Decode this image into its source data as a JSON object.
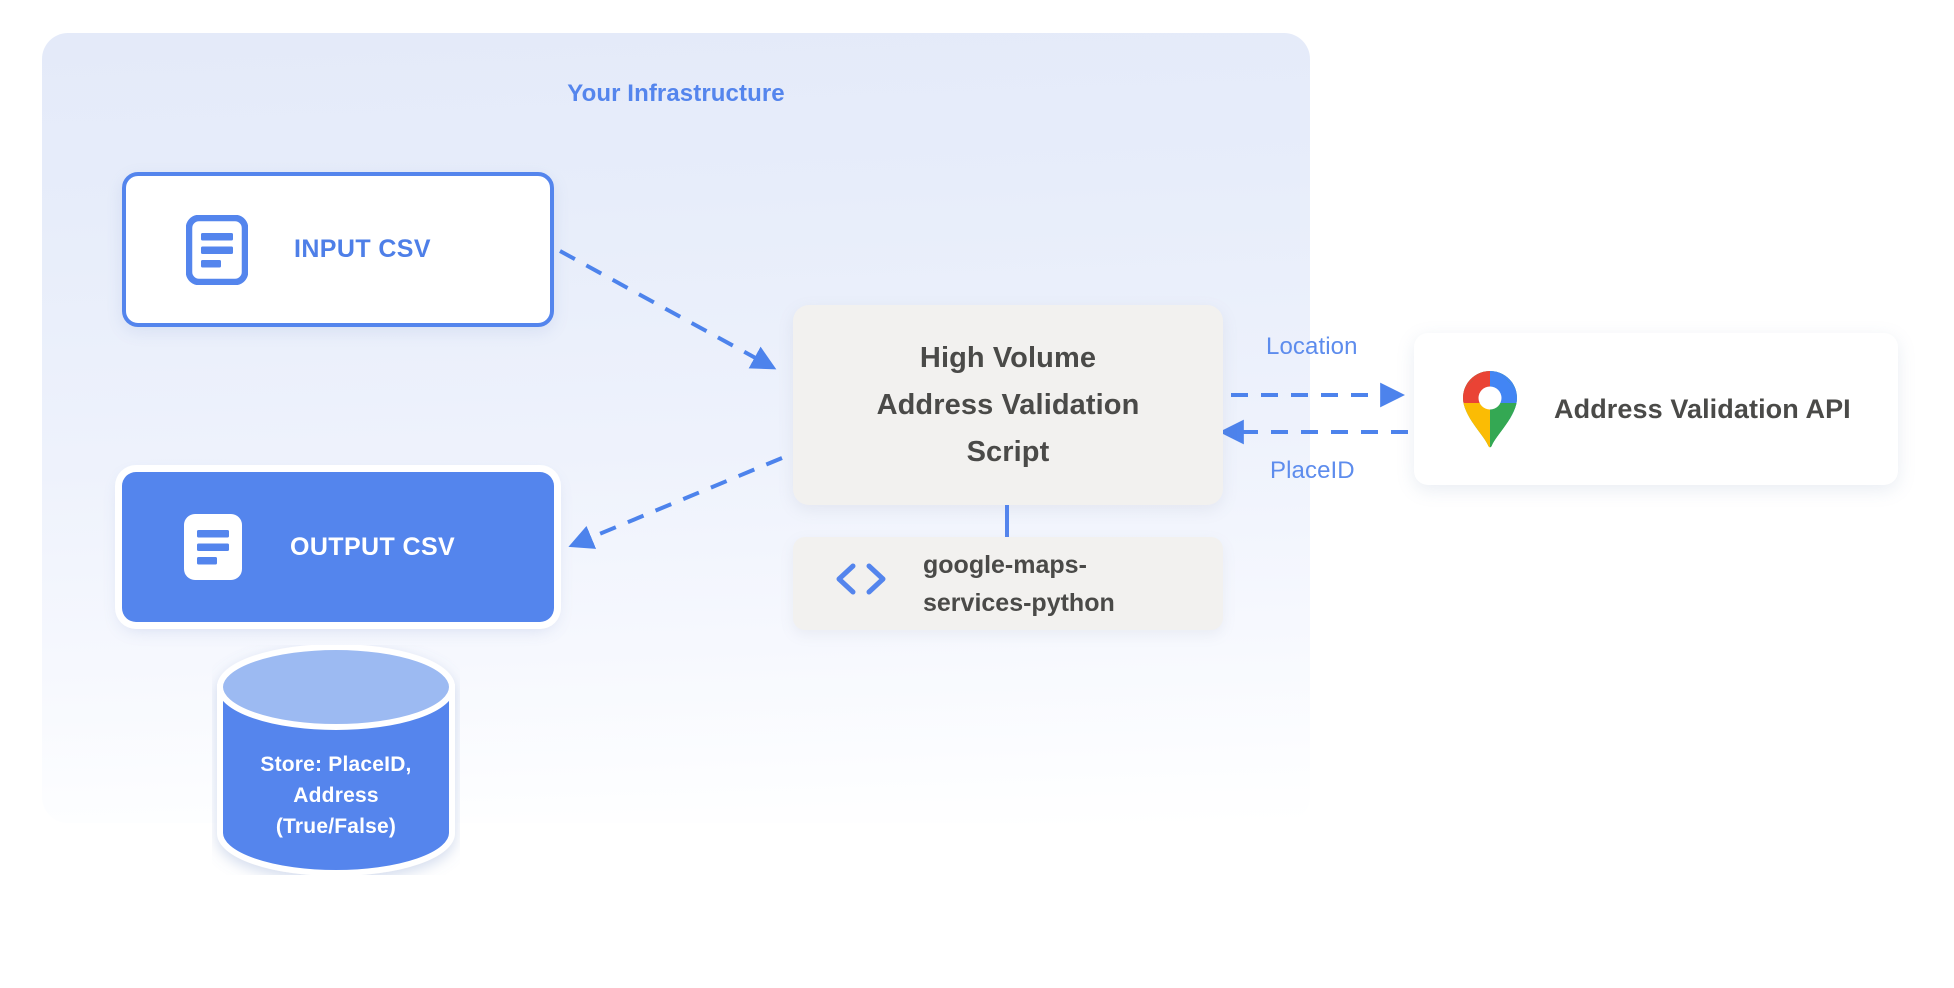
{
  "panel": {
    "title": "Your Infrastructure"
  },
  "nodes": {
    "input_csv": {
      "label": "INPUT CSV",
      "icon": "document-lines-icon"
    },
    "output_csv": {
      "label": "OUTPUT CSV",
      "icon": "document-lines-icon"
    },
    "script": {
      "line1": "High Volume",
      "line2": "Address Validation",
      "line3": "Script"
    },
    "library": {
      "icon_glyph": "‹›",
      "icon": "code-brackets-icon",
      "line1": "google-maps-",
      "line2": "services-python"
    },
    "api": {
      "label": "Address Validation API",
      "icon": "google-maps-pin-icon"
    },
    "database": {
      "line1": "Store: PlaceID,",
      "line2": "Address",
      "line3": "(True/False)"
    }
  },
  "edges": {
    "location_label": "Location",
    "placeid_label": "PlaceID"
  },
  "colors": {
    "accent_blue": "#5485ed",
    "panel_blue": "#e5ebf9",
    "box_grey": "#f2f1ef",
    "text_dark": "#4a4a48",
    "db_top": "#9cbaf2",
    "db_body": "#5485ed",
    "pin_blue": "#4285f4",
    "pin_red": "#ea4335",
    "pin_yellow": "#fbbc04",
    "pin_green": "#34a853"
  }
}
